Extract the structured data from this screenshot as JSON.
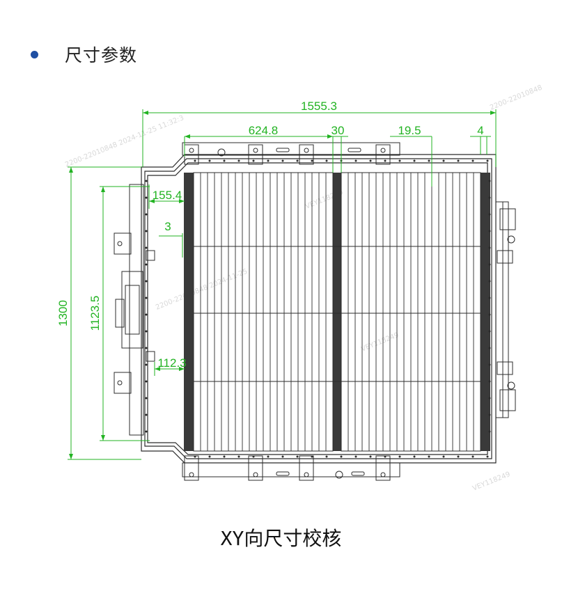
{
  "header": {
    "title": "尺寸参数"
  },
  "diagram": {
    "dimensions": {
      "overall_width": "1555.3",
      "width_624": "624.8",
      "gap_30": "30",
      "d_19_5": "19.5",
      "d_4": "4",
      "d_155_4": "155.4",
      "d_3": "3",
      "d_112_3": "112.3",
      "inner_height": "1123.5",
      "overall_height": "1300"
    },
    "watermarks": [
      "2200-22010848 2024-11-25 11:32:3",
      "2200-22010848",
      "2200-22010848 2024-11-25",
      "VEY118249",
      "VEY118249",
      "VEY118249"
    ]
  },
  "caption": "XY向尺寸校核",
  "colors": {
    "accent": "#1f4fa3",
    "dimension": "#22b322",
    "line": "#2b2b2b"
  }
}
